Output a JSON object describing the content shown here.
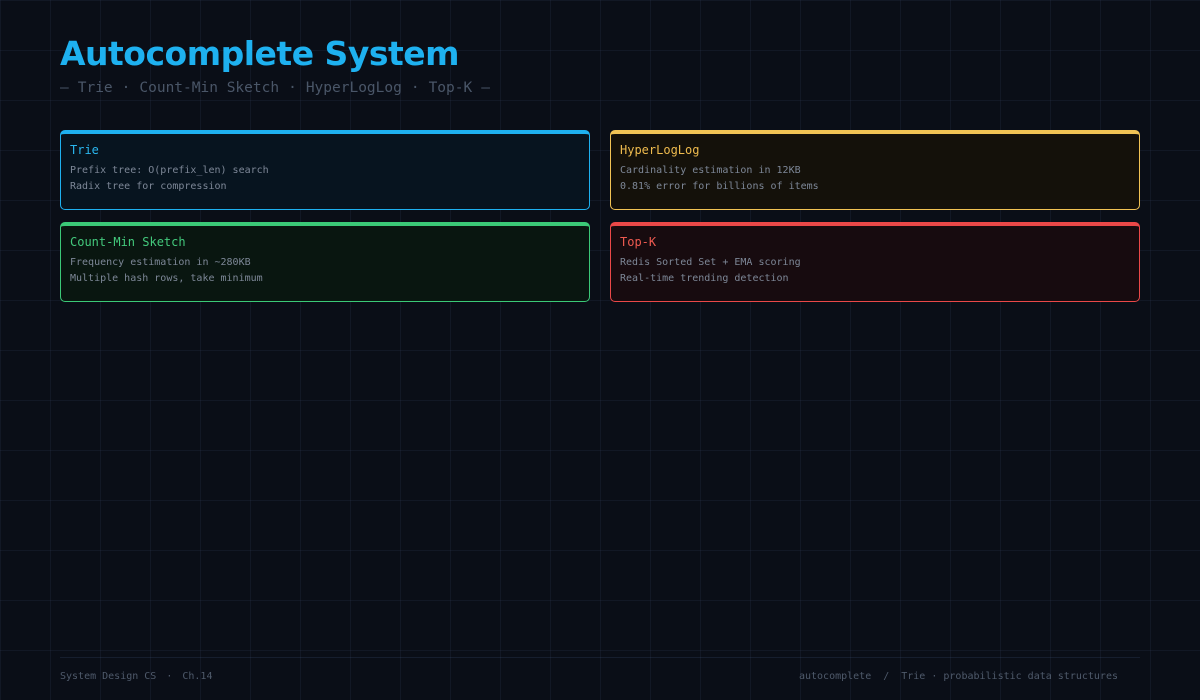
{
  "header": {
    "title": "Autocomplete System",
    "subtitle_items": [
      "—",
      "Trie",
      "·",
      "Count-Min Sketch",
      "·",
      "HyperLogLog",
      "·",
      "Top-K",
      "—"
    ]
  },
  "cards": [
    {
      "title": "Trie",
      "lines": [
        "Prefix tree: O(prefix_len) search",
        "Radix tree for compression"
      ],
      "color": "#1eb1f0"
    },
    {
      "title": "HyperLogLog",
      "lines": [
        "Cardinality estimation in 12KB",
        "0.81% error for billions of items"
      ],
      "color": "#f1c354"
    },
    {
      "title": "Count-Min Sketch",
      "lines": [
        "Frequency estimation in ~280KB",
        "Multiple hash rows, take minimum"
      ],
      "color": "#3bc977"
    },
    {
      "title": "Top-K",
      "lines": [
        "Redis Sorted Set + EMA scoring",
        "Real-time trending detection"
      ],
      "color": "#ea4848"
    }
  ],
  "footer": {
    "course": "System Design CS",
    "dot": "·",
    "chapter": "Ch.14",
    "topic": "autocomplete",
    "slash": "/",
    "description": "Trie · probabilistic data structures"
  }
}
